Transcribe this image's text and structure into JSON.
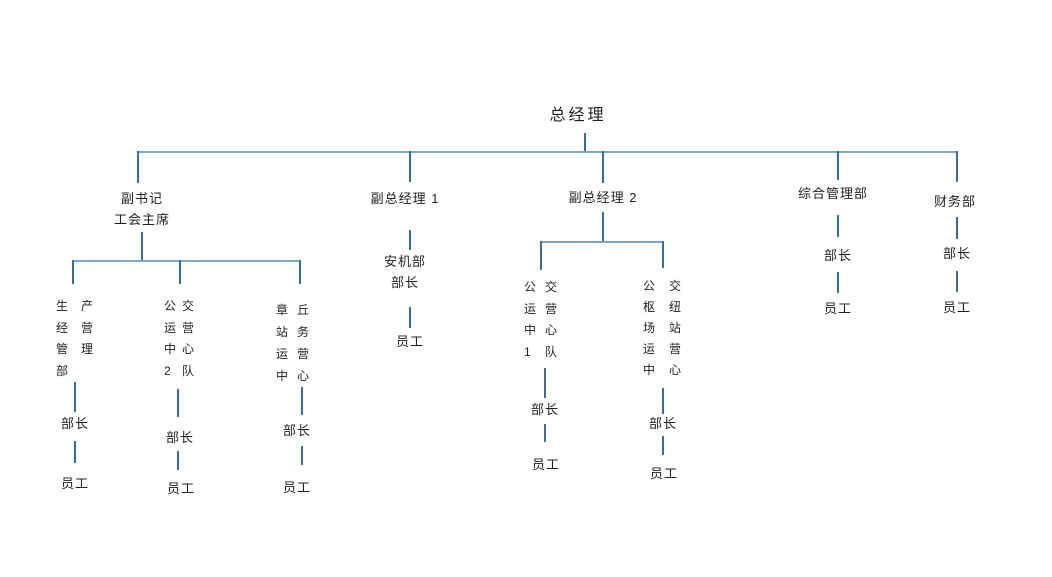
{
  "palette": {
    "bg": "#ffffff",
    "text": "#1f1f1f",
    "vline": "#35719a",
    "hline": "#7ea9c2"
  },
  "org": {
    "root": {
      "label": "总经理"
    },
    "deputy_secretary": {
      "title_line1": "副书记",
      "title_line2": "工会主席",
      "dept1": {
        "line1": "生 产",
        "line2": "经 营",
        "line3": "管 理",
        "line4": "部",
        "director": "部长",
        "staff": "员工"
      },
      "dept2": {
        "line1": "公 交",
        "line2": "运 营",
        "line3": "中心",
        "line4": "2 队",
        "director": "部长",
        "staff": "员工"
      },
      "dept3": {
        "line1": "章 丘",
        "line2": "站 务",
        "line3": "运 营",
        "line4": "中心",
        "director": "部长",
        "staff": "员工"
      }
    },
    "vice_gm_1": {
      "title": "副总经理 1",
      "dept_line1": "安机部",
      "dept_line2": "部长",
      "staff": "员工"
    },
    "vice_gm_2": {
      "title": "副总经理 2",
      "dept1": {
        "line1": "公 交",
        "line2": "运 营",
        "line3": "中心",
        "line4": "1 队",
        "director": "部长",
        "staff": "员工"
      },
      "dept2": {
        "line1": "公 交",
        "line2": "枢 纽",
        "line3": "场 站",
        "line4": "运 营",
        "line5": "中心",
        "director": "部长",
        "staff": "员工"
      }
    },
    "general_management": {
      "title": "综合管理部",
      "director": "部长",
      "staff": "员工"
    },
    "finance": {
      "title": "财务部",
      "director": "部长",
      "staff": "员工"
    }
  }
}
